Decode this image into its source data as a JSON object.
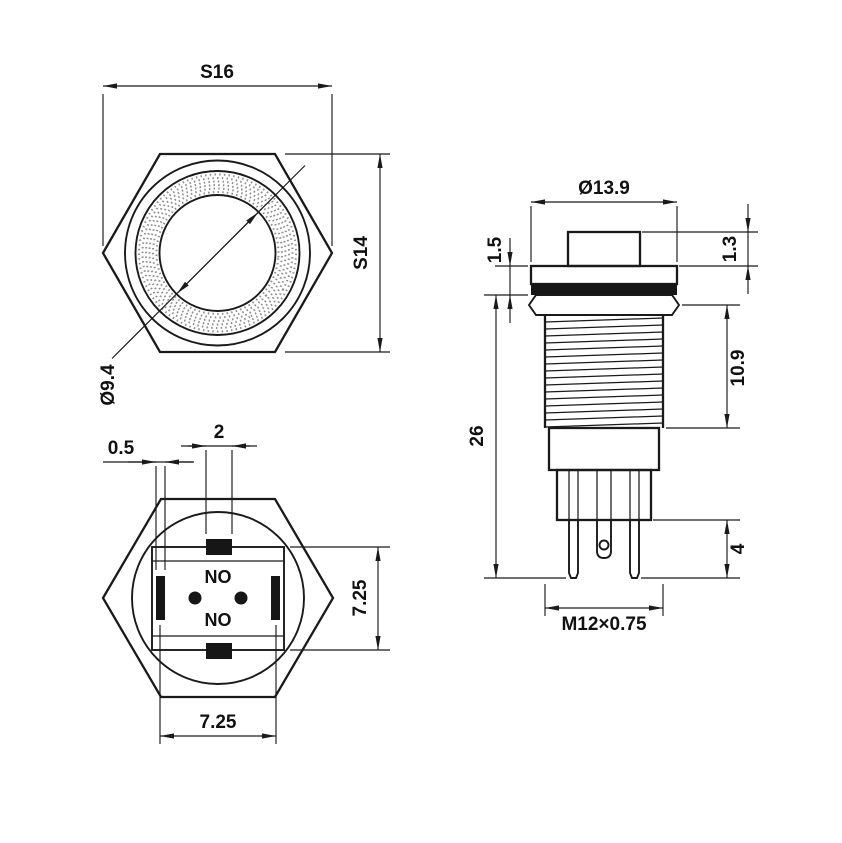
{
  "colors": {
    "background": "#ffffff",
    "line": "#1a1a1a",
    "speckle": "#8f8f8f"
  },
  "front_view": {
    "width_across": "S16",
    "height_across": "S14",
    "inner_diameter": "Ø9.4"
  },
  "rear_view": {
    "pin_width": "2",
    "pin_thickness": "0.5",
    "pin_pitch_vertical": "7.25",
    "pin_pitch_horizontal": "7.25",
    "terminal_top": "NO",
    "terminal_bottom": "NO"
  },
  "side_view": {
    "head_diameter": "Ø13.9",
    "flange_height": "1.5",
    "actuator_height": "1.3",
    "thread_length": "10.9",
    "body_length": "26",
    "pin_length": "4",
    "thread_spec": "M12×0.75"
  }
}
